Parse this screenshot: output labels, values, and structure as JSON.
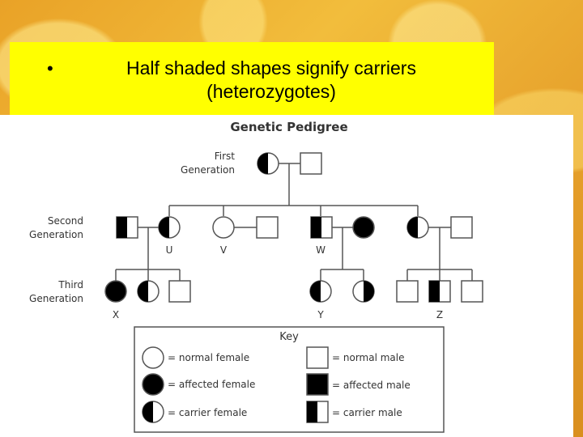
{
  "bullet": {
    "dot": "•",
    "text": "Half shaded shapes signify carriers (heterozygotes)"
  },
  "diagram": {
    "title": "Genetic Pedigree",
    "generations": [
      {
        "line1": "First",
        "line2": "Generation"
      },
      {
        "line1": "Second",
        "line2": "Generation"
      },
      {
        "line1": "Third",
        "line2": "Generation"
      }
    ],
    "individual_labels": {
      "U": "U",
      "V": "V",
      "W": "W",
      "X": "X",
      "Y": "Y",
      "Z": "Z"
    },
    "key": {
      "title": "Key",
      "normal_female": "= normal female",
      "affected_female": "= affected female",
      "carrier_female": "= carrier female",
      "normal_male": "= normal male",
      "affected_male": "= affected male",
      "carrier_male": "= carrier male"
    }
  },
  "colors": {
    "highlight": "#ffff00",
    "background": "#f0b433",
    "shape_fill": "#000000",
    "line": "#555555"
  }
}
